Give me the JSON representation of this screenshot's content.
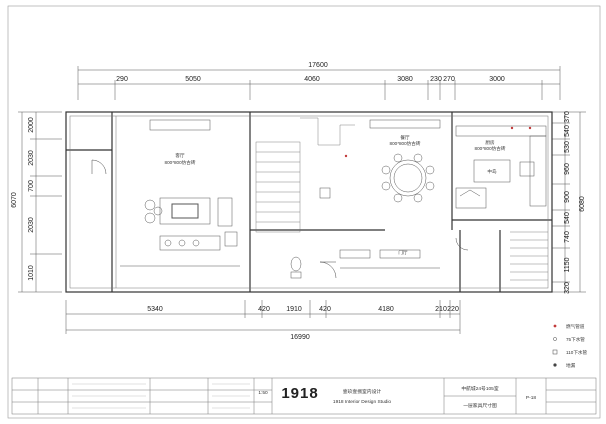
{
  "plan": {
    "top_total": "17600",
    "top_dims": [
      "290",
      "5050",
      "4060",
      "3080",
      "230",
      "270",
      "3000"
    ],
    "bottom_dims": [
      "5340",
      "420",
      "1910",
      "420",
      "4180",
      "210",
      "220"
    ],
    "bottom_total": "16990",
    "left_total": "6070",
    "left_dims": [
      "2000",
      "2030",
      "700",
      "2030",
      "1010"
    ],
    "right_total": "6080",
    "right_dims": [
      "370",
      "540",
      "530",
      "960",
      "900",
      "540",
      "740",
      "1150",
      "320"
    ],
    "rooms": {
      "living": "客厅",
      "living_tile": "800*800仿古砖",
      "dining": "餐厅",
      "dining_tile": "800*800仿古砖",
      "kitchen": "厨房",
      "kitchen_tile": "800*800仿古砖",
      "kitchen_island": "中岛",
      "entry": "门厅"
    }
  },
  "legend": {
    "items": [
      "燃气管道",
      "75下水管",
      "110下水管",
      "地漏"
    ]
  },
  "title_block": {
    "logo": "1918",
    "company_cn": "壹玖壹捌室内设计",
    "company_en": "1918 Interior Design Studio",
    "scale": "1:50",
    "project": "中航城24号105室",
    "drawing_title": "一层家具尺寸图",
    "sheet_no": "P-18"
  },
  "colors": {
    "line": "#3a3a3a",
    "dim_line": "#555555",
    "accent": "#c23b3b",
    "background": "#ffffff"
  }
}
